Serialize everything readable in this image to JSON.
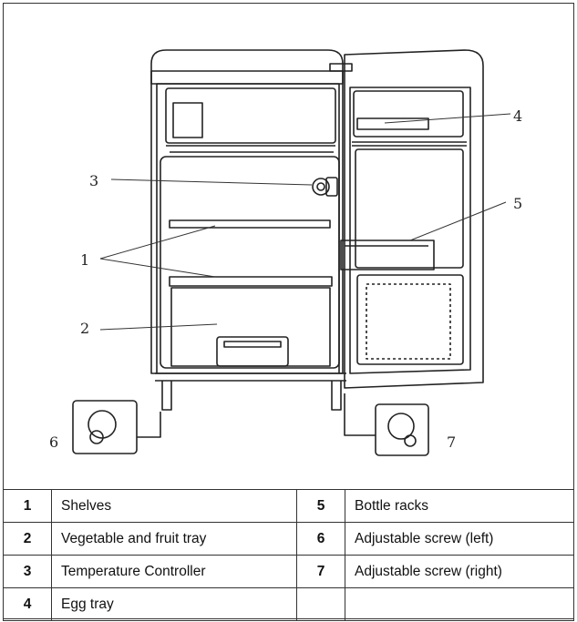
{
  "callouts": [
    "1",
    "2",
    "3",
    "4",
    "5",
    "6",
    "7"
  ],
  "legend": [
    {
      "num": "1",
      "label": "Shelves"
    },
    {
      "num": "2",
      "label": "Vegetable and fruit tray"
    },
    {
      "num": "3",
      "label": "Temperature Controller"
    },
    {
      "num": "4",
      "label": "Egg tray"
    },
    {
      "num": "5",
      "label": "Bottle racks"
    },
    {
      "num": "6",
      "label": "Adjustable screw (left)"
    },
    {
      "num": "7",
      "label": "Adjustable screw (right)"
    }
  ]
}
